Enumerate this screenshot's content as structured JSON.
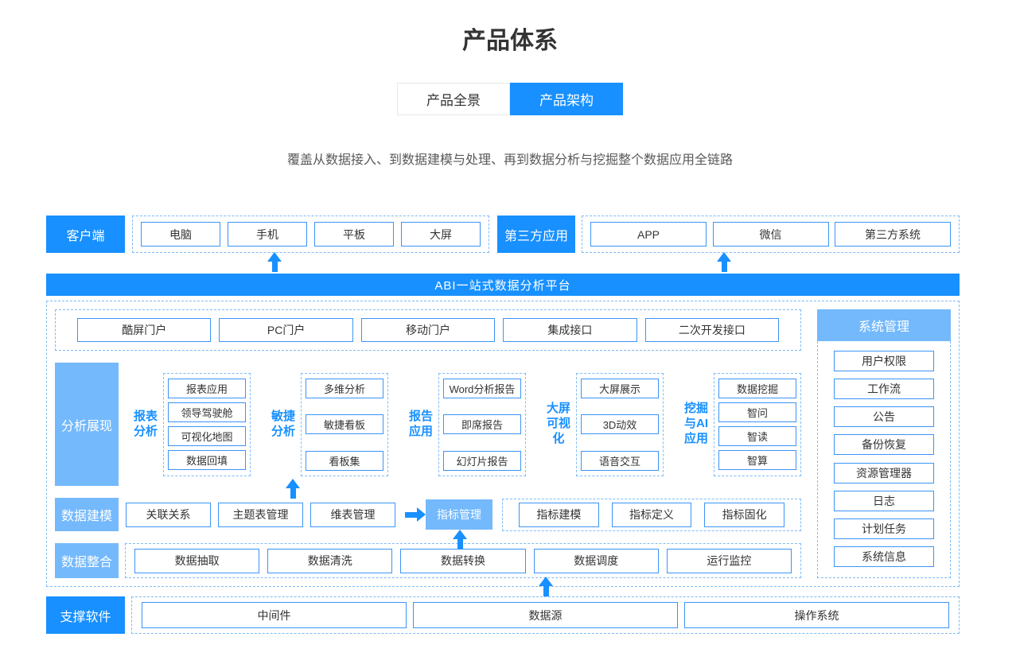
{
  "page": {
    "title": "产品体系",
    "subtitle": "覆盖从数据接入、到数据建模与处理、再到数据分析与挖掘整个数据应用全链路"
  },
  "tabs": [
    {
      "label": "产品全景",
      "active": false
    },
    {
      "label": "产品架构",
      "active": true
    }
  ],
  "clients": {
    "label": "客户端",
    "items": [
      "电脑",
      "手机",
      "平板",
      "大屏"
    ]
  },
  "third_party": {
    "label": "第三方应用",
    "items": [
      "APP",
      "微信",
      "第三方系统"
    ]
  },
  "platform": {
    "title": "ABI一站式数据分析平台",
    "portals": [
      "酷屏门户",
      "PC门户",
      "移动门户",
      "集成接口",
      "二次开发接口"
    ],
    "analysis": {
      "label": "分析展现",
      "groups": [
        {
          "name": "报表分析",
          "items": [
            "报表应用",
            "领导驾驶舱",
            "可视化地图",
            "数据回填"
          ]
        },
        {
          "name": "敏捷分析",
          "items": [
            "多维分析",
            "敏捷看板",
            "看板集"
          ]
        },
        {
          "name": "报告应用",
          "items": [
            "Word分析报告",
            "即席报告",
            "幻灯片报告"
          ]
        },
        {
          "name": "大屏可视化",
          "items": [
            "大屏展示",
            "3D动效",
            "语音交互"
          ]
        },
        {
          "name": "挖掘与AI应用",
          "items": [
            "数据挖掘",
            "智问",
            "智读",
            "智算"
          ]
        }
      ]
    },
    "modeling": {
      "label": "数据建模",
      "items": [
        "关联关系",
        "主题表管理",
        "维表管理"
      ],
      "highlight": "指标管理",
      "indicator_items": [
        "指标建模",
        "指标定义",
        "指标固化"
      ]
    },
    "integration": {
      "label": "数据整合",
      "items": [
        "数据抽取",
        "数据清洗",
        "数据转换",
        "数据调度",
        "运行监控"
      ]
    },
    "system": {
      "label": "系统管理",
      "items": [
        "用户权限",
        "工作流",
        "公告",
        "备份恢复",
        "资源管理器",
        "日志",
        "计划任务",
        "系统信息"
      ]
    }
  },
  "support": {
    "label": "支撑软件",
    "items": [
      "中间件",
      "数据源",
      "操作系统"
    ]
  },
  "colors": {
    "primary": "#1890ff",
    "light_blue": "#74b9fc",
    "box_border": "#3b94f7",
    "dashed_border": "#7dbcf8"
  }
}
